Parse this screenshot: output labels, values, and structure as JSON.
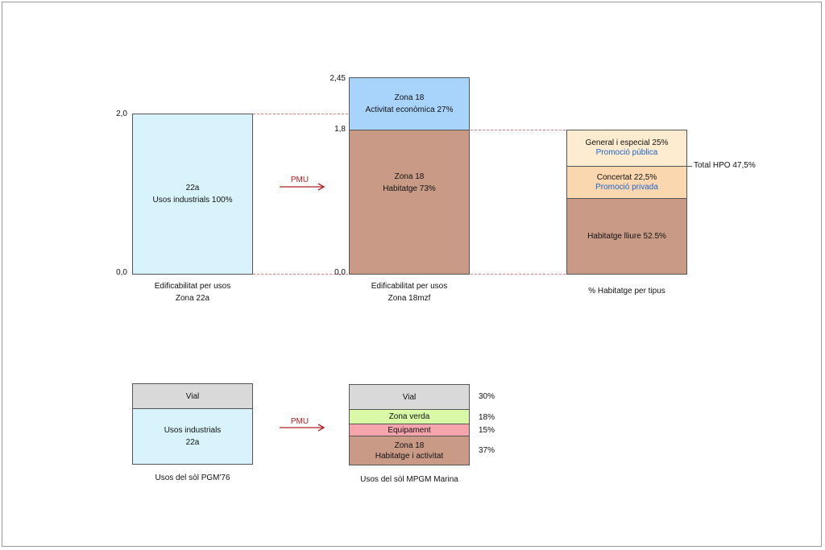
{
  "colors": {
    "light_blue": "#d9f3fc",
    "blue": "#a8d4fb",
    "brown": "#c99b87",
    "peach_light": "#fdecd0",
    "peach": "#fbd7b0",
    "gray": "#d9d9d9",
    "green": "#d9f9a7",
    "pink": "#f7a5ad",
    "arrow": "#b22020",
    "dash": "#d98080",
    "link": "#1e63c8"
  },
  "arrow_label": "PMU",
  "top": {
    "left": {
      "tick_top": "2,0",
      "tick_bottom": "0,0",
      "block_title": "22a",
      "block_sub": "Usos industrials 100%",
      "caption_1": "Edificabilitat per usos",
      "caption_2": "Zona 22a",
      "value": 2.0
    },
    "middle": {
      "tick_top": "2,45",
      "tick_mid": "1,8",
      "tick_bottom": "0,0",
      "upper_title": "Zona 18",
      "upper_sub": "Activitat econòmica 27%",
      "lower_title": "Zona 18",
      "lower_sub": "Habitatge 73%",
      "caption_1": "Edificabilitat per usos",
      "caption_2": "Zona 18mzf",
      "total_value": 2.45,
      "habitatge_value": 1.8
    },
    "right": {
      "seg1_title": "General i especial 25%",
      "seg1_sub": "Promoció pública",
      "seg2_title": "Concertat 22,5%",
      "seg2_sub": "Promoció privada",
      "seg3_title": "Habitatge lliure 52.5%",
      "total_label": "Total HPO 47,5%",
      "caption": "% Habitatge per tipus",
      "shares": [
        25,
        22.5,
        52.5
      ]
    }
  },
  "bottom": {
    "left": {
      "vial": "Vial",
      "main_1": "Usos industrials",
      "main_2": "22a",
      "caption": "Usos del sòl PGM'76"
    },
    "right": {
      "vial": "Vial",
      "vial_pct": "30%",
      "verda": "Zona verda",
      "verda_pct": "18%",
      "equip": "Equipament",
      "equip_pct": "15%",
      "zona_1": "Zona 18",
      "zona_2": "Habitatge i activitat",
      "zona_pct": "37%",
      "caption": "Usos del sòl MPGM Marina",
      "shares": [
        30,
        18,
        15,
        37
      ]
    }
  }
}
